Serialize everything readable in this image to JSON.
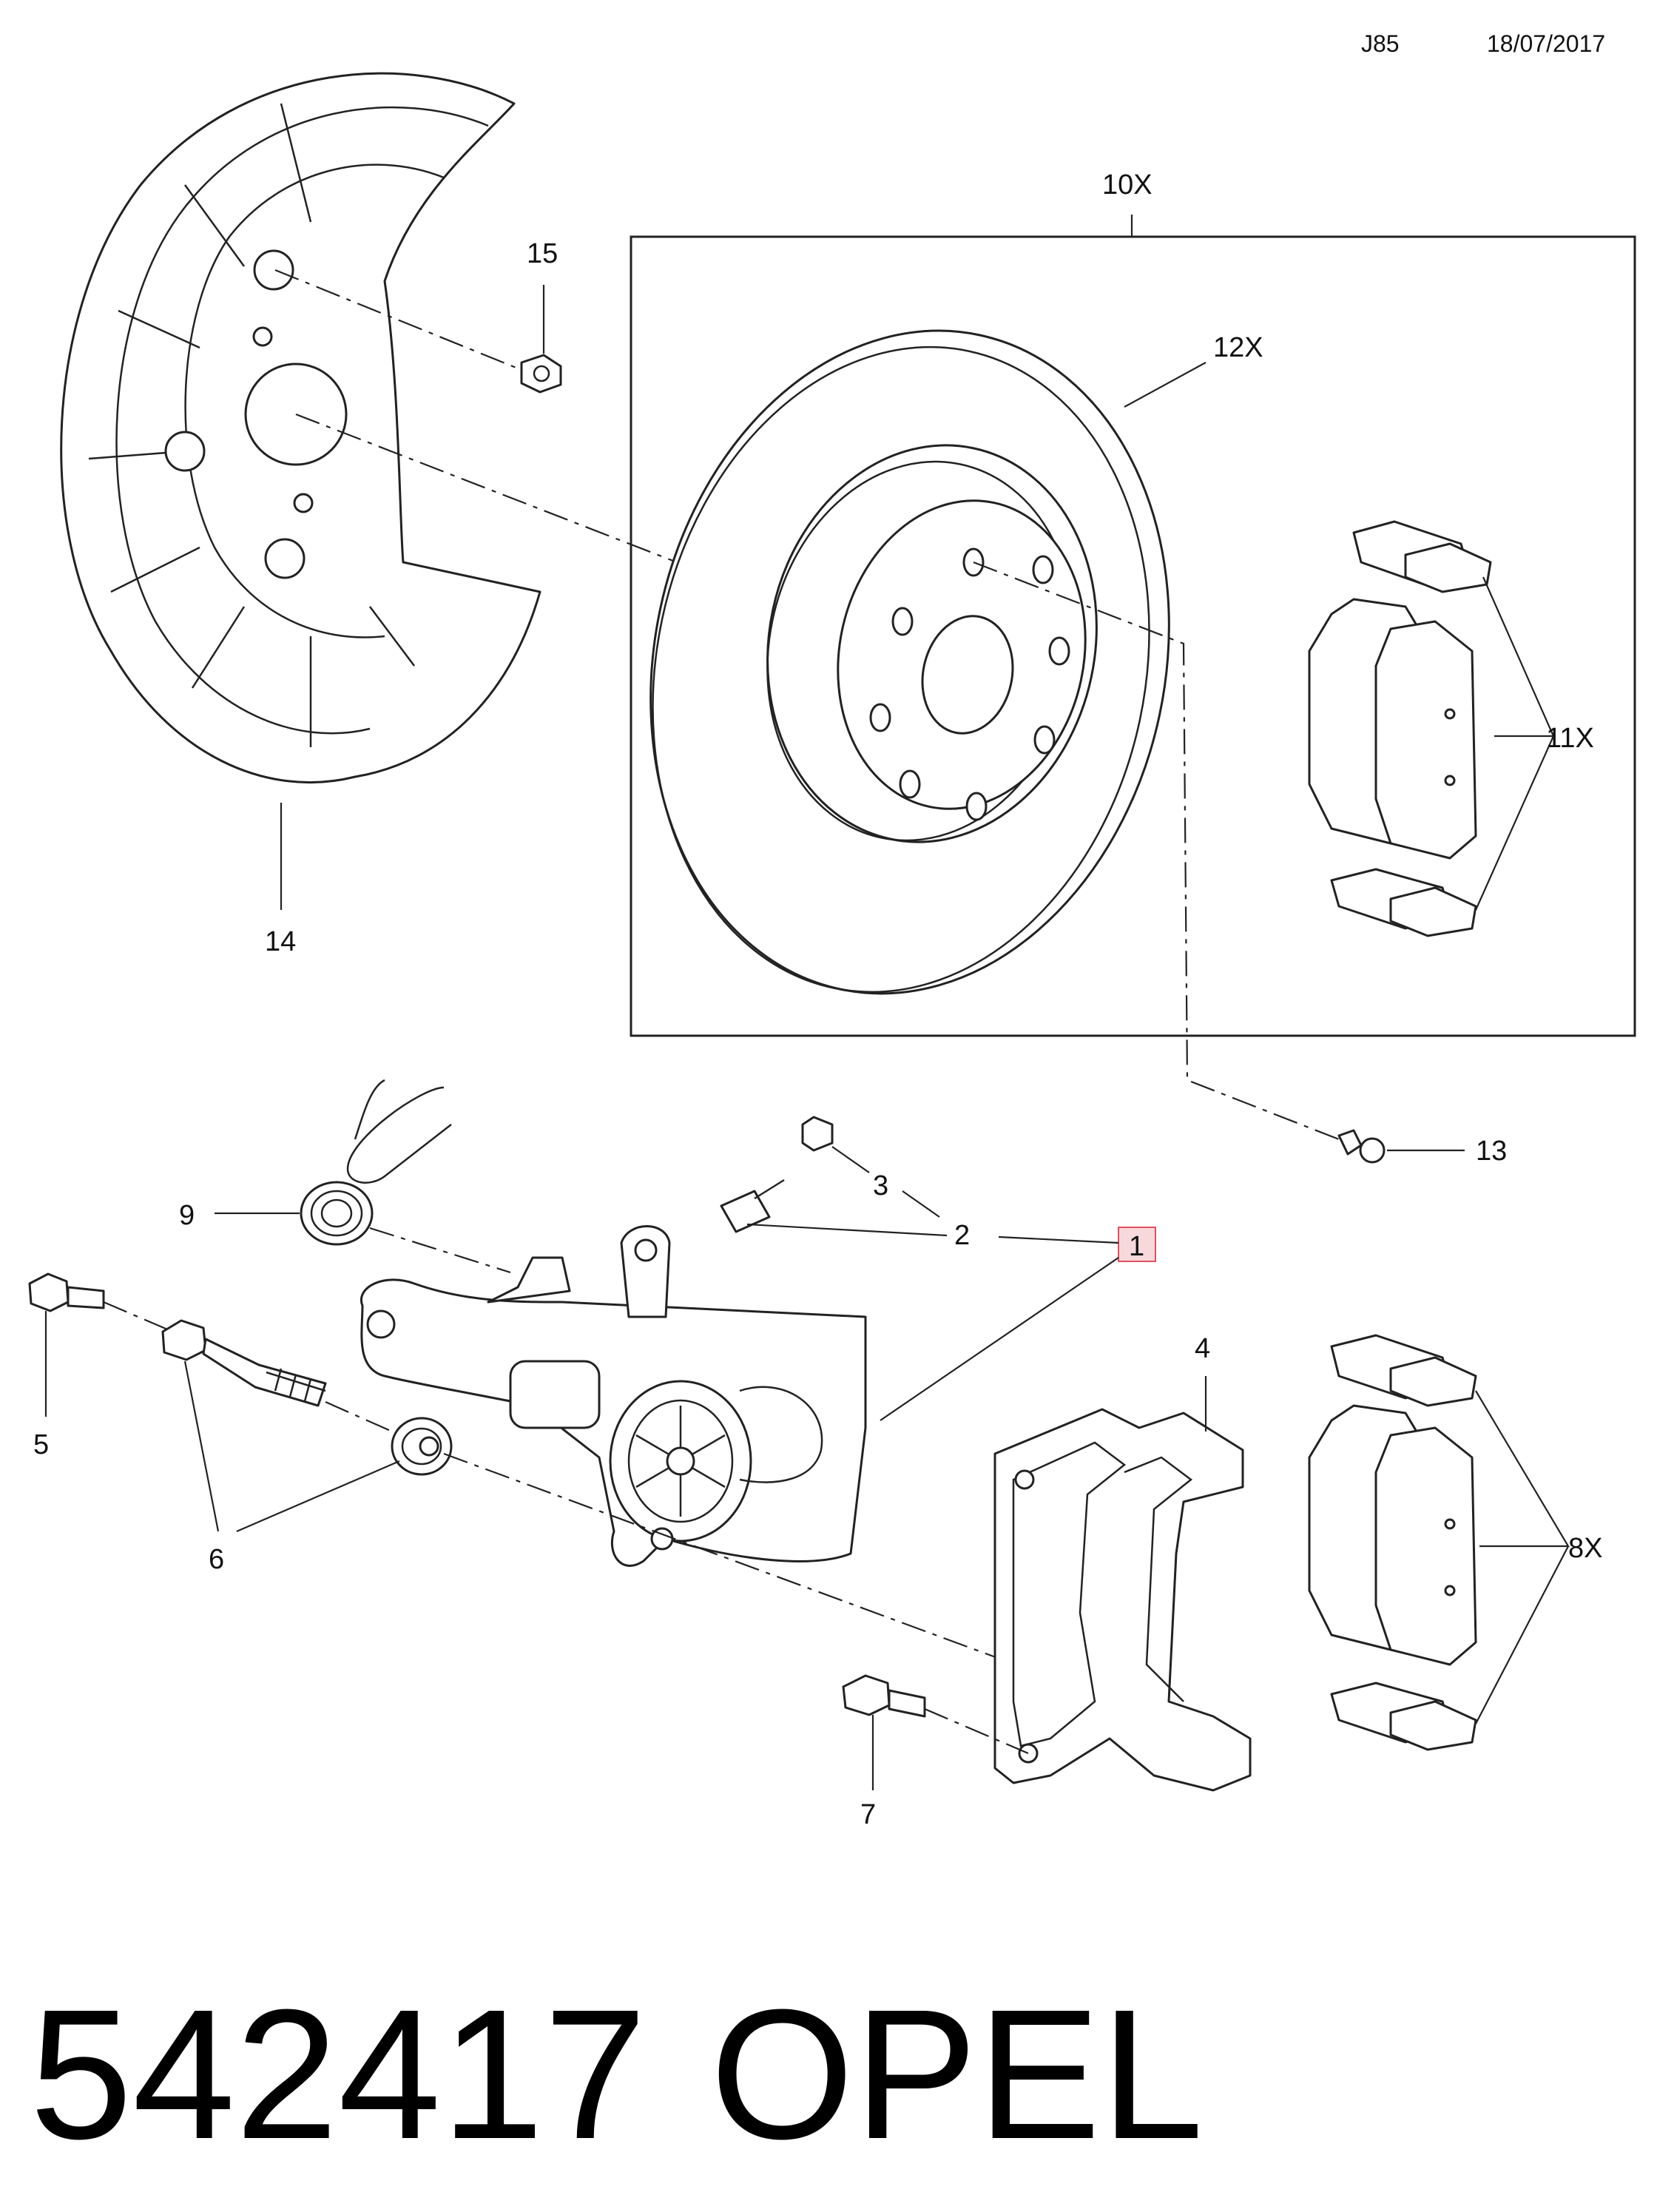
{
  "header": {
    "code": "J85",
    "date": "18/07/2017"
  },
  "footer": {
    "part_number": "542417",
    "brand": "OPEL"
  },
  "callouts": {
    "c1": "1",
    "c2": "2",
    "c3": "3",
    "c4": "4",
    "c5": "5",
    "c6": "6",
    "c7": "7",
    "c8x": "8X",
    "c9": "9",
    "c10x": "10X",
    "c11x": "11X",
    "c12x": "12X",
    "c13": "13",
    "c14": "14",
    "c15": "15"
  },
  "colors": {
    "highlight_fill": "#f7d9dc",
    "highlight_border": "#e05060",
    "line": "#222222"
  }
}
